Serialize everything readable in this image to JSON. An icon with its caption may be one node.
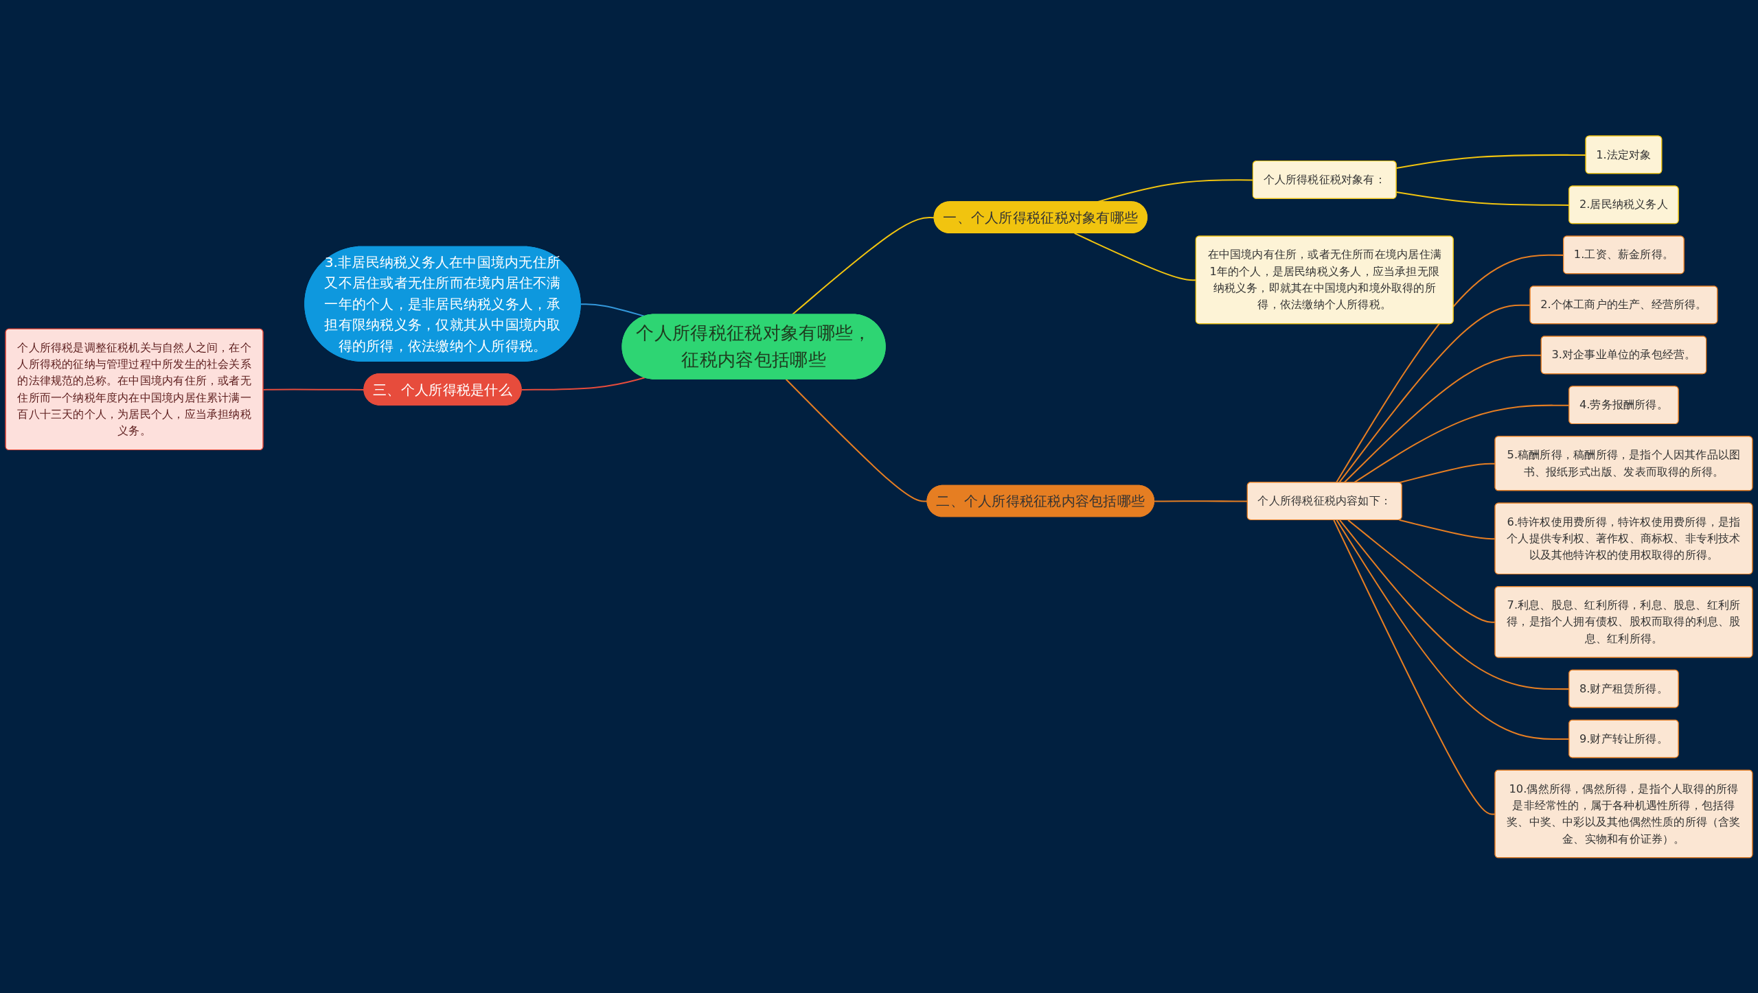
{
  "diagram": {
    "nodes": [
      {
        "text": [
          "个人所得税征税对象有哪些，征税内容包括哪些"
        ]
      },
      {
        "text": [
          "一、个人所得税征税对象有哪些"
        ]
      },
      {
        "text": [
          "个人所得税征税对象有："
        ]
      },
      {
        "text": [
          "1.法定对象"
        ]
      },
      {
        "text": [
          "2.居民纳税义务人"
        ]
      },
      {
        "text": [
          "在中国境内有住所，或者无住所而在境内居住满1年的个人，是居民纳税义务人，应当承担无限纳税义务，即就其在中国境内和境外取得的所得，依法缴纳个人所得税。"
        ]
      },
      {
        "text": [
          "二、个人所得税征税内容包括哪些"
        ]
      },
      {
        "text": [
          "个人所得税征税内容如下："
        ]
      },
      {
        "text": [
          "1.工资、薪金所得。"
        ]
      },
      {
        "text": [
          "2.个体工商户的生产、经营所得。"
        ]
      },
      {
        "text": [
          "3.对企事业单位的承包经营。"
        ]
      },
      {
        "text": [
          "4.劳务报酬所得。"
        ]
      },
      {
        "text": [
          "5.稿酬所得，稿酬所得，是指个人因其作品以图书、报纸形式出版、发表而取得的所得。"
        ]
      },
      {
        "text": [
          "6.特许权使用费所得，特许权使用费所得，是指个人提供专利权、著作权、商标权、非专利技术以及其他特许权的使用权取得的所得。"
        ]
      },
      {
        "text": [
          "7.利息、股息、红利所得，利息、股息、红利所得，是指个人拥有债权、股权而取得的利息、股息、红利所得。"
        ]
      },
      {
        "text": [
          "8.财产租赁所得。"
        ]
      },
      {
        "text": [
          "9.财产转让所得。"
        ]
      },
      {
        "text": [
          "10.偶然所得，偶然所得，是指个人取得的所得是非经常性的，属于各种机遇性所得，包括得奖、中奖、中彩以及其他偶然性质的所得（含奖金、实物和有价证券）。"
        ]
      },
      {
        "text": [
          "3.非居民纳税义务人在中国境内无住所又不居住或者无住所而在境内居住不满一年的个人，是非居民纳税义务人，承担有限纳税义务，仅就其从中国境内取得的所得，依法缴纳个人所得税。"
        ]
      },
      {
        "text": [
          "三、个人所得税是什么"
        ]
      },
      {
        "text": [
          "个人所得税是调整征税机关与自然人之间，在个人所得税的征纳与管理过程中所发生的社会关系的法律规范的总称。在中国境内有住所，或者无住所而一个纳税年度内在中国境内居住累计满一百八十三天的个人，为居民个人，应当承担纳税义务。"
        ]
      }
    ],
    "edges": [
      {
        "from": 0,
        "to": 1,
        "arrow": "none",
        "color": "#f1c40f"
      },
      {
        "from": 1,
        "to": 2,
        "arrow": "none",
        "color": "#f1c40f"
      },
      {
        "from": 2,
        "to": 3,
        "arrow": "none",
        "color": "#f1c40f"
      },
      {
        "from": 2,
        "to": 4,
        "arrow": "none",
        "color": "#f1c40f"
      },
      {
        "from": 1,
        "to": 5,
        "arrow": "none",
        "color": "#f1c40f"
      },
      {
        "from": 0,
        "to": 6,
        "arrow": "none"
      },
      {
        "from": 6,
        "to": 7,
        "arrow": "none"
      },
      {
        "from": 7,
        "to": 8,
        "arrow": "none"
      },
      {
        "from": 7,
        "to": 9,
        "arrow": "none"
      },
      {
        "from": 7,
        "to": 10,
        "arrow": "none"
      },
      {
        "from": 7,
        "to": 11,
        "arrow": "none"
      },
      {
        "from": 7,
        "to": 12,
        "arrow": "none"
      },
      {
        "from": 7,
        "to": 13,
        "arrow": "none"
      },
      {
        "from": 7,
        "to": 14,
        "arrow": "none"
      },
      {
        "from": 7,
        "to": 15,
        "arrow": "none"
      },
      {
        "from": 7,
        "to": 16,
        "arrow": "none"
      },
      {
        "from": 7,
        "to": 17,
        "arrow": "none"
      },
      {
        "from": 0,
        "to": 18,
        "arrow": "none",
        "color": "#3498db"
      },
      {
        "from": 0,
        "to": 19,
        "arrow": "none",
        "color": "#e74c3c"
      },
      {
        "from": 19,
        "to": 20,
        "arrow": "none",
        "color": "#e74c3c"
      }
    ]
  }
}
